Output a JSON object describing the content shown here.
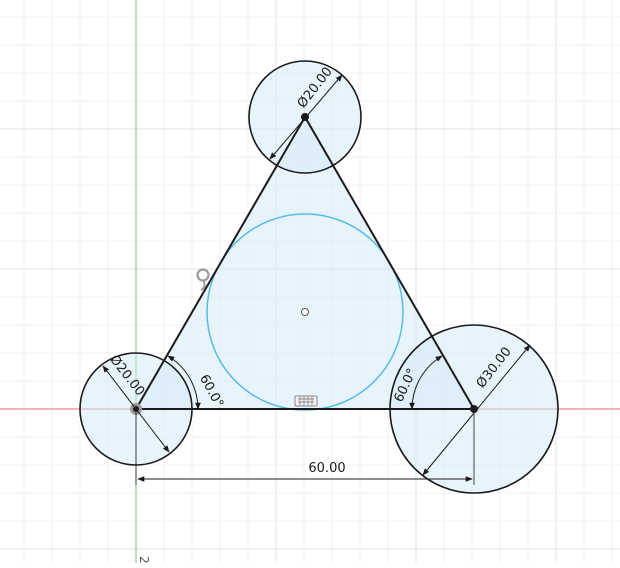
{
  "sketch": {
    "colors": {
      "background": "#ffffff",
      "grid_minor": "#eef1f5",
      "grid_major": "#dfe3e8",
      "axis_x": "#e06a6a",
      "axis_y": "#6cc46c",
      "profile_fill": "#d6ebf7",
      "line": "#1a1a1a",
      "inscribed_circle": "#5bbce4"
    },
    "dimensions": {
      "top_diameter": "Ø20.00",
      "left_diameter": "Ø20.00",
      "right_diameter": "Ø30.00",
      "left_angle": "60.0°",
      "right_angle": "60.0°",
      "base_length": "60.00"
    },
    "constraint_icons": [
      "coincident-icon",
      "tangent-icon",
      "horizontal-icon"
    ],
    "axis_ruler_label": "2"
  }
}
